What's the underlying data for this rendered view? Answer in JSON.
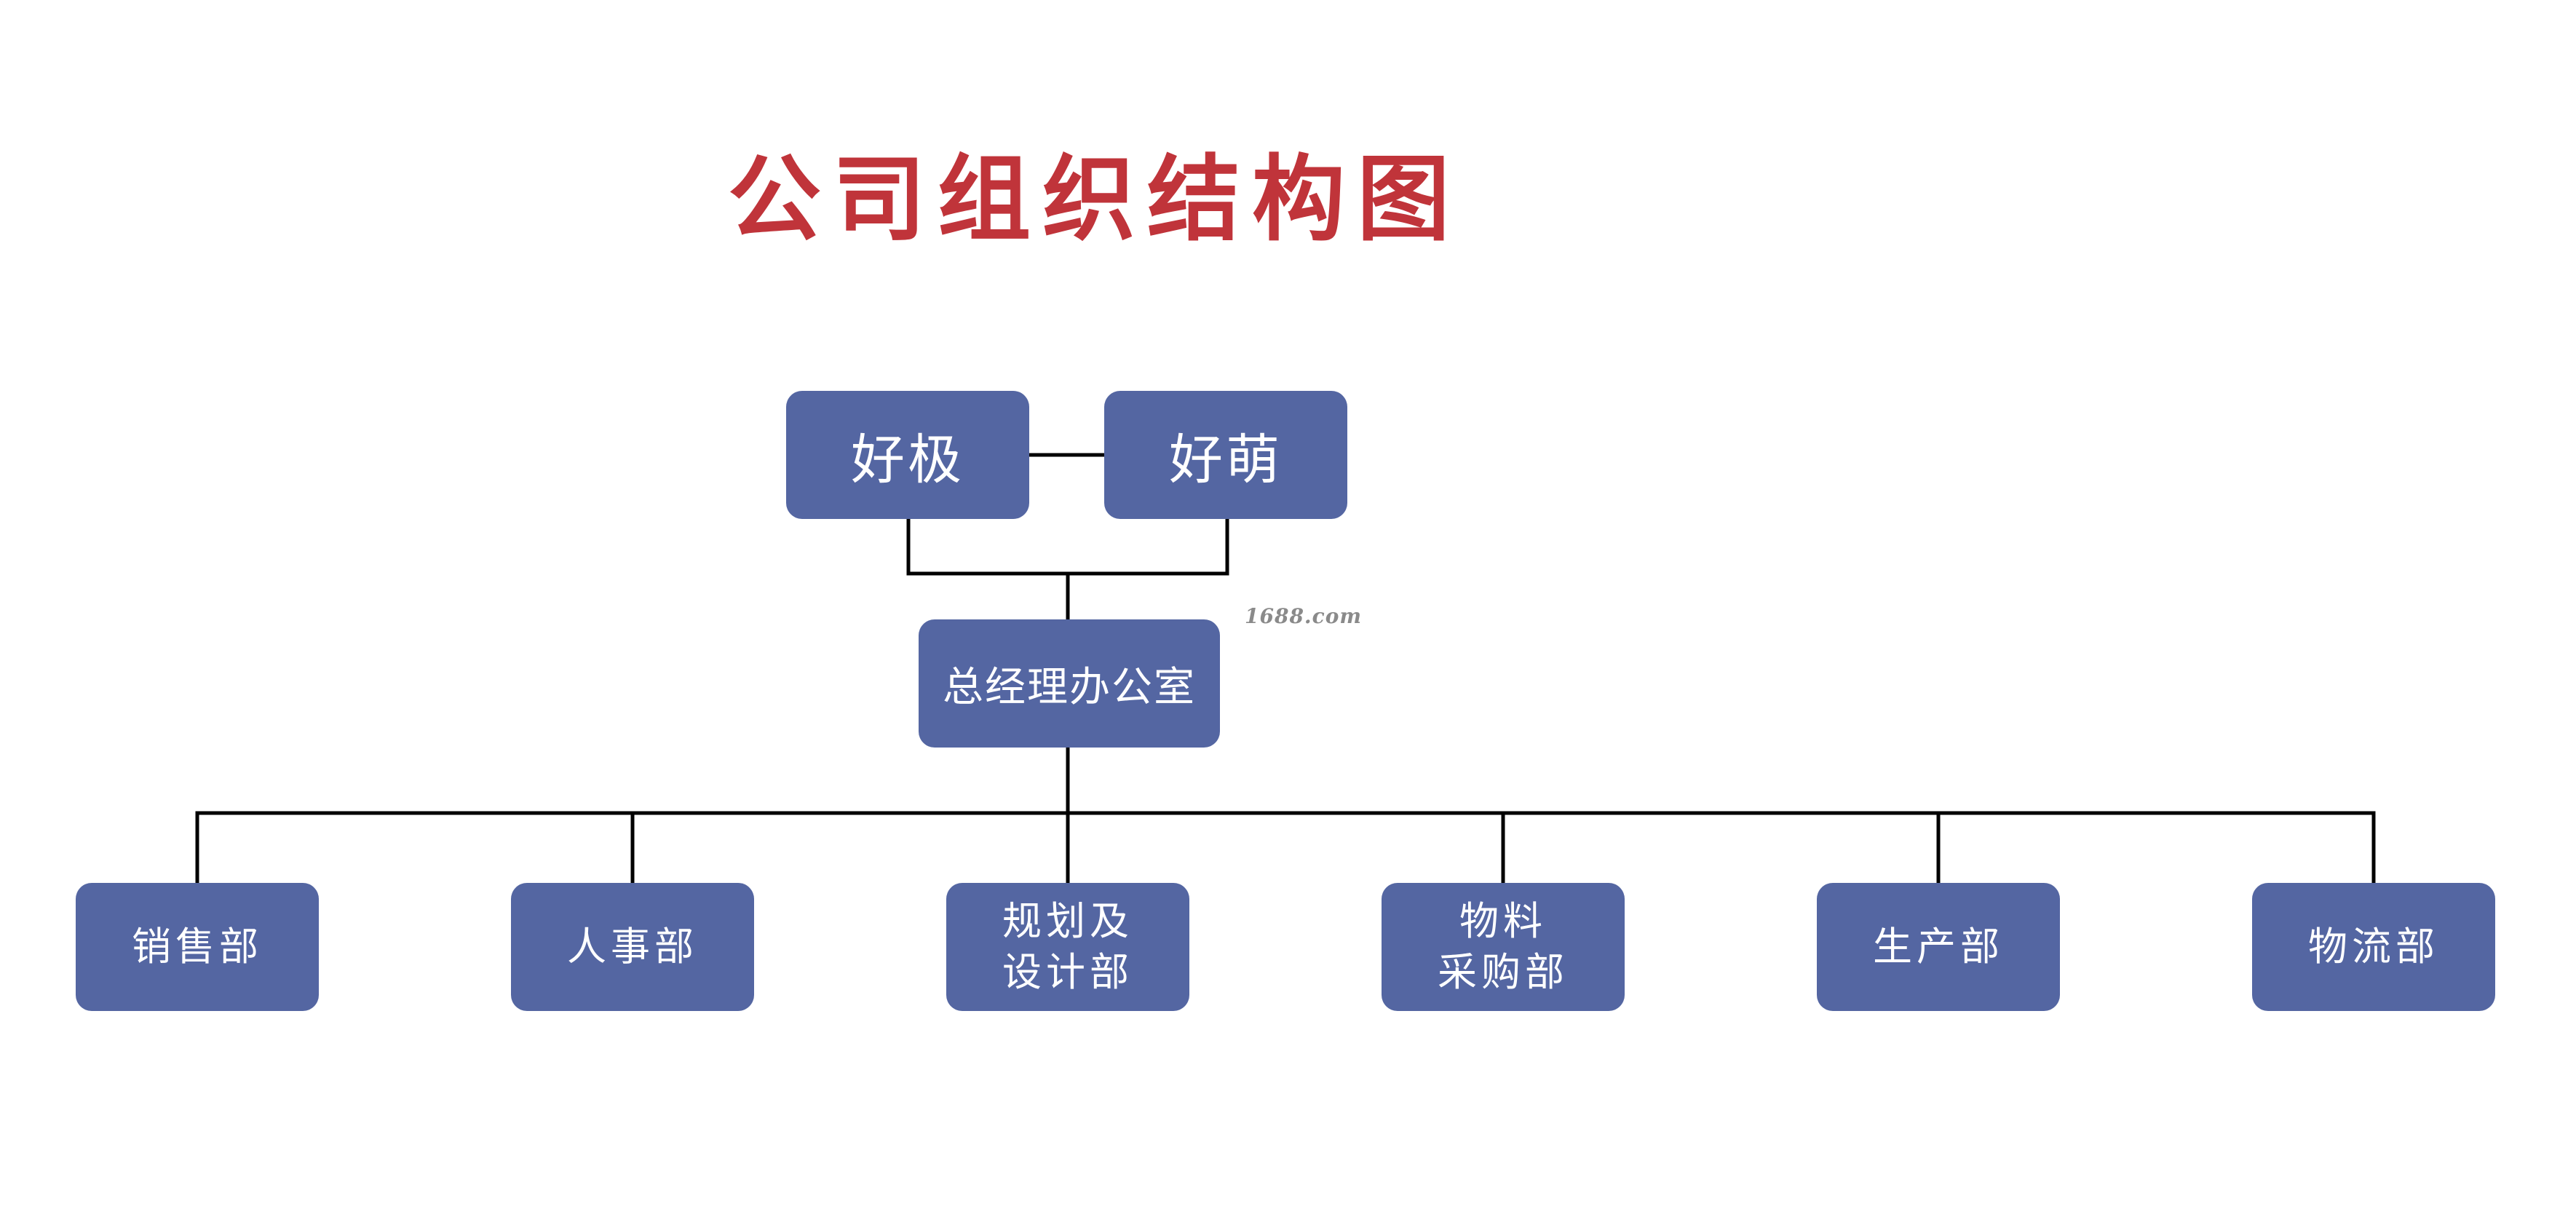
{
  "title": "公司组织结构图",
  "watermark": "1688.com",
  "colors": {
    "title": "#c0343a",
    "node_fill": "#5466a2",
    "node_text": "#ffffff",
    "connector": "#000000"
  },
  "top_nodes": [
    "好极",
    "好萌"
  ],
  "office": "总经理办公室",
  "departments": [
    "销售部",
    "人事部",
    "规划及\n设计部",
    "物料\n采购部",
    "生产部",
    "物流部"
  ]
}
